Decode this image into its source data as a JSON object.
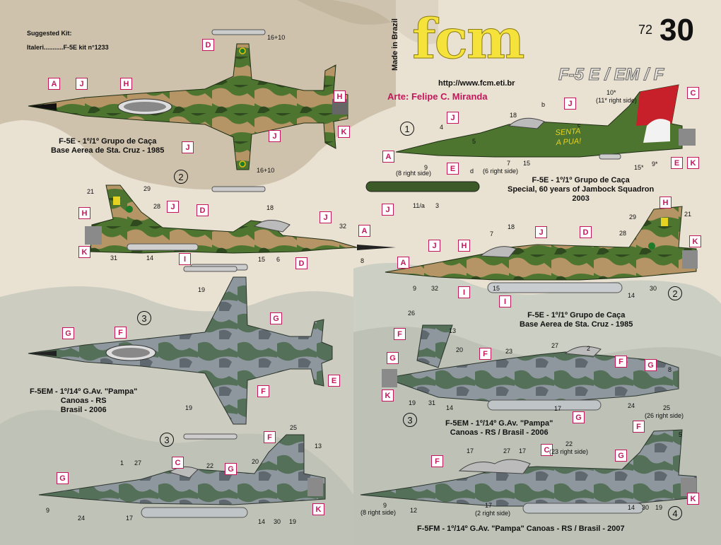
{
  "header": {
    "suggested_label": "Suggested Kit:",
    "suggested_kit": "Italeri...........F-5E  kit n°1233",
    "made_in": "Made in Brazil",
    "brand": "fcm",
    "scale_small": "72",
    "scale_big": "30",
    "model": "F-5 E / EM / F",
    "url": "http://www.fcm.eti.br",
    "arte": "Arte: Felipe C. Miranda"
  },
  "captions": {
    "c1": [
      "F-5E - 1º/1º Grupo de Caça",
      "Base Aerea de Sta. Cruz - 1985"
    ],
    "c2": [
      "F-5E - 1º/1º Grupo de Caça",
      "Special, 60 years of Jambock Squadron",
      "2003"
    ],
    "c3": [
      "F-5E - 1º/1º Grupo de Caça",
      "Base Aerea de Sta. Cruz - 1985"
    ],
    "c4": [
      "F-5EM - 1º/14º G.Av. \"Pampa\"",
      "Canoas - RS",
      "Brasil - 2006"
    ],
    "c5": [
      "F-5EM - 1º/14º G.Av. \"Pampa\"",
      "Canoas - RS / Brasil - 2006"
    ],
    "c6": "F-5FM - 1º/14º G.Av. \"Pampa\"  Canoas - RS / Brasil - 2007"
  },
  "nose_art": [
    "SENTA",
    "A PUA!"
  ],
  "colors": {
    "green": "#4a6b2a",
    "dark_green": "#2f4a1e",
    "tan": "#b08a5a",
    "grey": "#8a9399",
    "grey_dark": "#5e686e",
    "grey_green": "#56705a",
    "red": "#c81e1e",
    "tag": "#c2185b"
  },
  "tags": [
    [
      "A",
      68,
      110
    ],
    [
      "J",
      107,
      110
    ],
    [
      "H",
      170,
      110
    ],
    [
      "D",
      286,
      55
    ],
    [
      "H",
      472,
      128
    ],
    [
      "K",
      478,
      178
    ],
    [
      "J",
      380,
      184
    ],
    [
      "J",
      257,
      200
    ],
    [
      "H",
      111,
      293
    ],
    [
      "K",
      111,
      348
    ],
    [
      "J",
      236,
      284
    ],
    [
      "D",
      278,
      289
    ],
    [
      "I",
      253,
      358
    ],
    [
      "J",
      452,
      299
    ],
    [
      "A",
      507,
      318
    ],
    [
      "D",
      418,
      364
    ],
    [
      "G",
      88,
      463
    ],
    [
      "F",
      162,
      462
    ],
    [
      "G",
      382,
      442
    ],
    [
      "E",
      464,
      530
    ],
    [
      "F",
      364,
      545
    ],
    [
      "G",
      80,
      668
    ],
    [
      "C",
      243,
      646
    ],
    [
      "G",
      318,
      655
    ],
    [
      "F",
      373,
      610
    ],
    [
      "K",
      442,
      712
    ],
    [
      "A",
      541,
      213
    ],
    [
      "J",
      632,
      158
    ],
    [
      "E",
      632,
      230
    ],
    [
      "J",
      798,
      138
    ],
    [
      "C",
      972,
      123
    ],
    [
      "E",
      949,
      222
    ],
    [
      "K",
      972,
      222
    ],
    [
      "J",
      540,
      288
    ],
    [
      "H",
      933,
      278
    ],
    [
      "J",
      757,
      320
    ],
    [
      "D",
      820,
      320
    ],
    [
      "H",
      648,
      339
    ],
    [
      "J",
      606,
      339
    ],
    [
      "A",
      562,
      363
    ],
    [
      "K",
      975,
      333
    ],
    [
      "I",
      648,
      405
    ],
    [
      "I",
      706,
      418
    ],
    [
      "F",
      557,
      464
    ],
    [
      "G",
      547,
      498
    ],
    [
      "K",
      540,
      551
    ],
    [
      "F",
      678,
      492
    ],
    [
      "F",
      870,
      503
    ],
    [
      "G",
      912,
      508
    ],
    [
      "G",
      810,
      582
    ],
    [
      "F",
      610,
      644
    ],
    [
      "C",
      765,
      628
    ],
    [
      "G",
      870,
      636
    ],
    [
      "F",
      895,
      595
    ],
    [
      "K",
      972,
      697
    ]
  ],
  "circles": [
    [
      "1",
      566,
      172
    ],
    [
      "2",
      246,
      240
    ],
    [
      "3",
      194,
      440
    ],
    [
      "3",
      226,
      612
    ],
    [
      "3",
      570,
      584
    ],
    [
      "2",
      945,
      405
    ],
    [
      "4",
      945,
      716
    ]
  ],
  "nums": [
    [
      "16+10",
      378,
      48
    ],
    [
      "16+10",
      363,
      236
    ],
    [
      "21",
      123,
      266
    ],
    [
      "29",
      203,
      262
    ],
    [
      "28",
      217,
      287
    ],
    [
      "18",
      377,
      289
    ],
    [
      "32",
      480,
      315
    ],
    [
      "31",
      156,
      360
    ],
    [
      "14",
      207,
      360
    ],
    [
      "15",
      365,
      362
    ],
    [
      "6",
      391,
      362
    ],
    [
      "8",
      510,
      364
    ],
    [
      "19",
      280,
      405
    ],
    [
      "19",
      262,
      572
    ],
    [
      "25",
      410,
      600
    ],
    [
      "13",
      445,
      626
    ],
    [
      "20",
      356,
      648
    ],
    [
      "22",
      292,
      654
    ],
    [
      "1",
      170,
      650
    ],
    [
      "27",
      190,
      650
    ],
    [
      "9",
      65,
      717
    ],
    [
      "24",
      110,
      728
    ],
    [
      "17",
      178,
      728
    ],
    [
      "14",
      365,
      733
    ],
    [
      "30",
      387,
      733
    ],
    [
      "19",
      409,
      733
    ],
    [
      "18",
      721,
      158
    ],
    [
      "b",
      766,
      143
    ],
    [
      "c",
      817,
      172
    ],
    [
      "10*",
      858,
      126
    ],
    [
      "(11* right side)",
      843,
      137
    ],
    [
      "4",
      622,
      175
    ],
    [
      "5",
      668,
      195
    ],
    [
      "9",
      600,
      232
    ],
    [
      "(8 right side)",
      560,
      240
    ],
    [
      "d",
      665,
      237
    ],
    [
      "7",
      717,
      226
    ],
    [
      "(6 right side)",
      683,
      237
    ],
    [
      "15",
      740,
      226
    ],
    [
      "15*",
      897,
      232
    ],
    [
      "9*",
      922,
      227
    ],
    [
      "11/a",
      584,
      286
    ],
    [
      "3",
      616,
      286
    ],
    [
      "7",
      693,
      326
    ],
    [
      "18",
      718,
      316
    ],
    [
      "29",
      890,
      302
    ],
    [
      "21",
      968,
      298
    ],
    [
      "28",
      876,
      325
    ],
    [
      "9",
      584,
      403
    ],
    [
      "32",
      610,
      403
    ],
    [
      "15",
      697,
      403
    ],
    [
      "14",
      888,
      413
    ],
    [
      "30",
      919,
      403
    ],
    [
      "26",
      577,
      438
    ],
    [
      "13",
      635,
      463
    ],
    [
      "20",
      645,
      490
    ],
    [
      "23",
      715,
      492
    ],
    [
      "27",
      780,
      484
    ],
    [
      "2",
      830,
      488
    ],
    [
      "8",
      945,
      518
    ],
    [
      "19",
      578,
      565
    ],
    [
      "31",
      606,
      565
    ],
    [
      "14",
      631,
      572
    ],
    [
      "17",
      784,
      573
    ],
    [
      "24",
      888,
      569
    ],
    [
      "25",
      938,
      572
    ],
    [
      "(26 right side)",
      912,
      583
    ],
    [
      "5",
      960,
      610
    ],
    [
      "17",
      660,
      633
    ],
    [
      "27",
      712,
      633
    ],
    [
      "17",
      734,
      633
    ],
    [
      "22",
      800,
      623
    ],
    [
      "(23 right side)",
      777,
      634
    ],
    [
      "9",
      542,
      710
    ],
    [
      "(8 right side)",
      510,
      720
    ],
    [
      "12",
      580,
      717
    ],
    [
      "17",
      686,
      710
    ],
    [
      "(2 right side)",
      672,
      721
    ],
    [
      "14",
      888,
      713
    ],
    [
      "30",
      908,
      713
    ],
    [
      "19",
      927,
      713
    ]
  ]
}
